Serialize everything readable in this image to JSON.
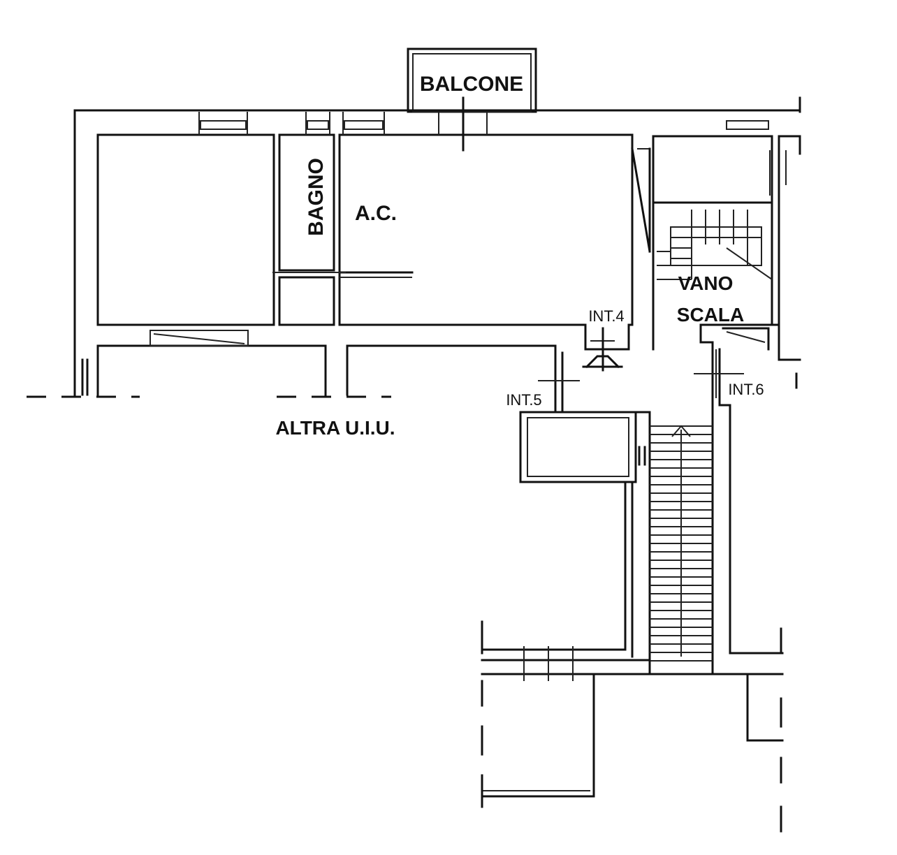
{
  "labels": {
    "balcone": "BALCONE",
    "bagno": "BAGNO",
    "ac": "A.C.",
    "vano": "VANO",
    "scala": "SCALA",
    "int4": "INT.4",
    "int5": "INT.5",
    "int6": "INT.6",
    "altra": "ALTRA U.I.U."
  }
}
